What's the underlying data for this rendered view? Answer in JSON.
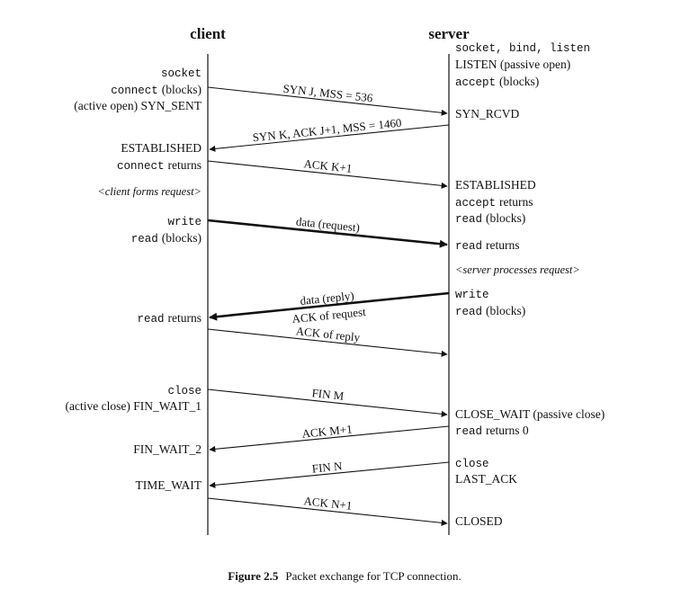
{
  "headers": {
    "client": "client",
    "server": "server"
  },
  "client_labels": {
    "socket": "socket",
    "connect": "connect",
    "blocks": "(blocks)",
    "active_open": "(active open)  SYN_SENT",
    "established": "ESTABLISHED",
    "connect2": "connect",
    "returns": "returns",
    "client_forms": "<client forms request>",
    "write": "write",
    "read": "read",
    "read_blocks": "(blocks)",
    "read2": "read",
    "read_returns": "returns",
    "close": "close",
    "active_close": "(active close)  FIN_WAIT_1",
    "fin_wait_2": "FIN_WAIT_2",
    "time_wait": "TIME_WAIT"
  },
  "server_labels": {
    "socket_bind_listen": "socket, bind, listen",
    "listen": "LISTEN  (passive open)",
    "accept": "accept",
    "accept_blocks": "(blocks)",
    "syn_rcvd": "SYN_RCVD",
    "established": "ESTABLISHED",
    "accept2": "accept",
    "accept_returns": "returns",
    "read": "read",
    "read_blocks": "(blocks)",
    "read2": "read",
    "read_returns": "returns",
    "server_processes": "<server processes request>",
    "write": "write",
    "read3": "read",
    "read3_blocks": "(blocks)",
    "close_wait": "CLOSE_WAIT  (passive close)",
    "read4": "read",
    "read4_returns": "returns 0",
    "close": "close",
    "last_ack": "LAST_ACK",
    "closed": "CLOSED"
  },
  "messages": {
    "syn_j": "SYN J, MSS = 536",
    "syn_k": "SYN K, ACK J+1, MSS = 1460",
    "ack_k": "ACK K+1",
    "data_request": "data (request)",
    "data_reply": "data (reply)",
    "ack_of_request": "ACK of request",
    "ack_of_reply": "ACK of reply",
    "fin_m": "FIN M",
    "ack_m": "ACK M+1",
    "fin_n": "FIN N",
    "ack_n": "ACK N+1"
  },
  "caption": {
    "label": "Figure 2.5",
    "text": "Packet exchange for TCP connection."
  }
}
